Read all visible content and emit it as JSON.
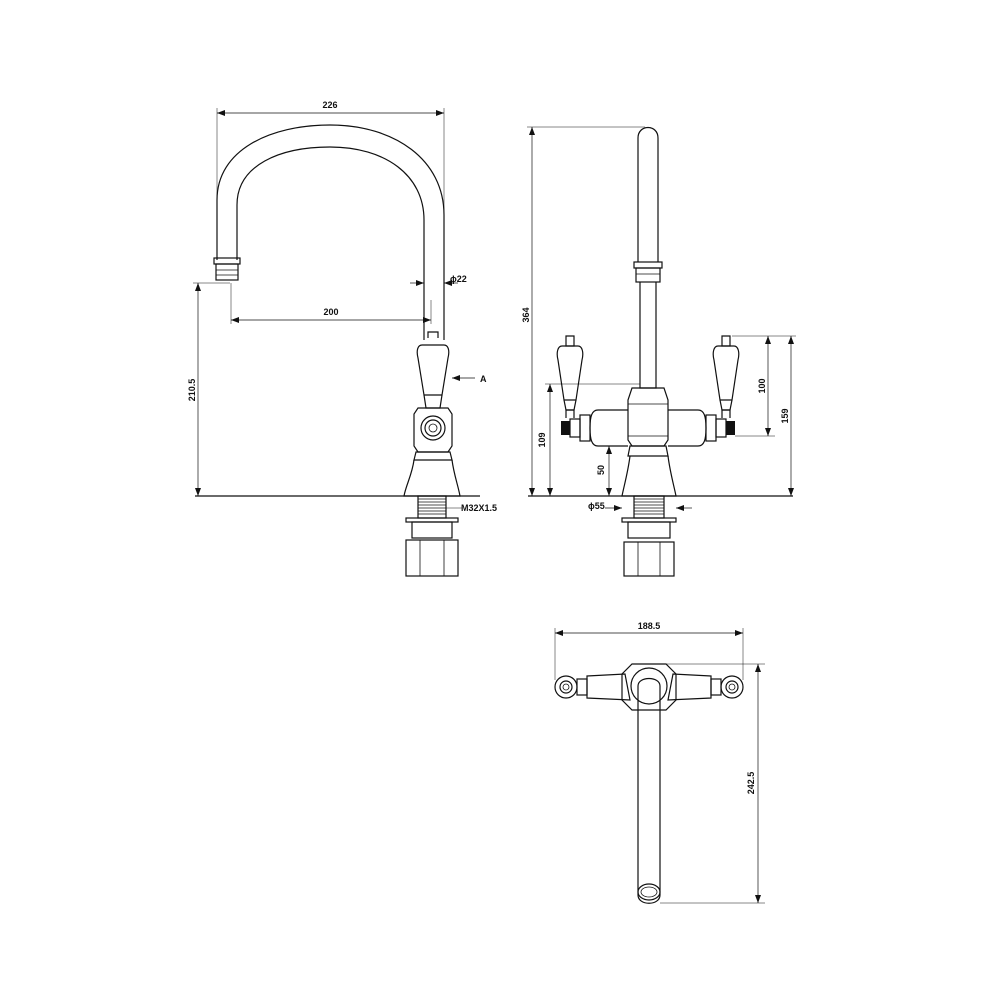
{
  "dimensions": {
    "spout_reach_total": "226",
    "spout_reach": "200",
    "spout_diameter": "ϕ22",
    "spout_outlet_height": "210.5",
    "section_marker": "A",
    "thread": "M32X1.5",
    "total_height": "364",
    "handle_height": "100",
    "handle_top_height": "159",
    "body_height": "109",
    "base_height": "50",
    "base_diameter": "ϕ55",
    "plan_width": "188.5",
    "plan_depth": "242.5"
  }
}
